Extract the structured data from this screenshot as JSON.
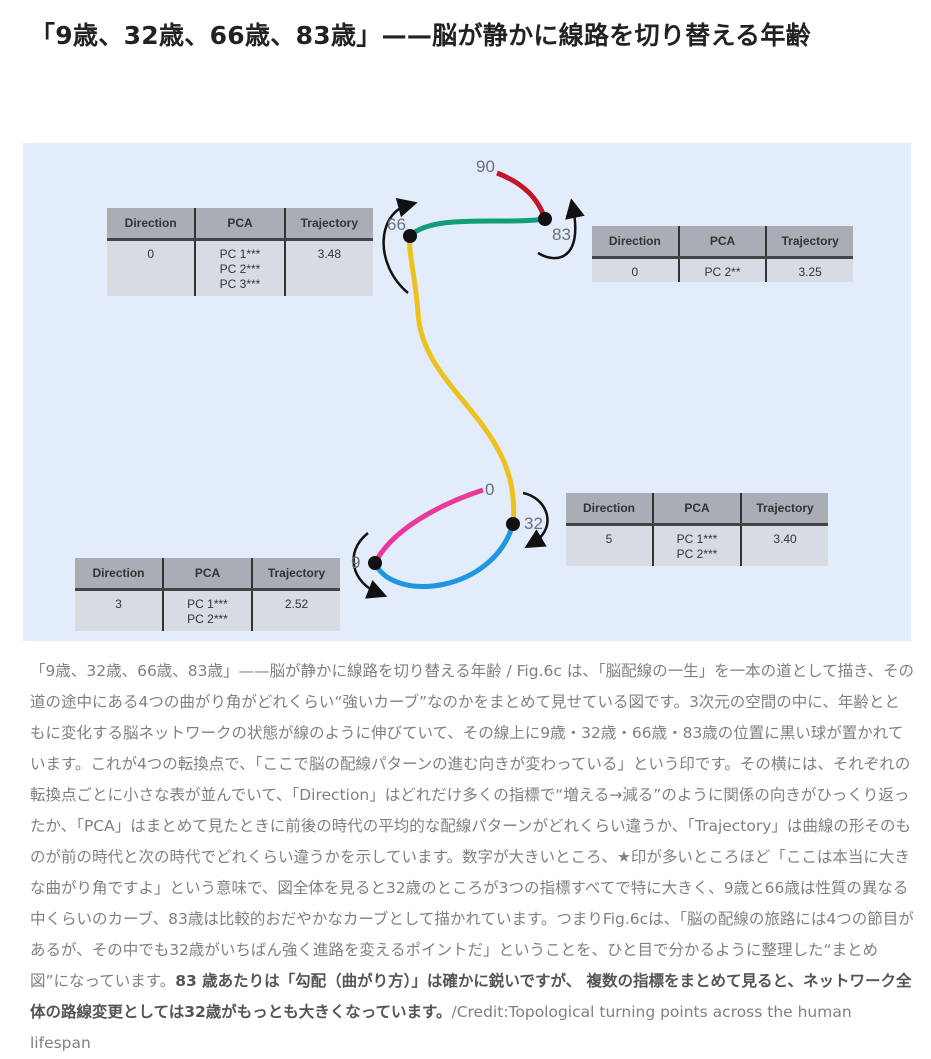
{
  "title": "「9歳、32歳、66歳、83歳」——脳が静かに線路を切り替える年齢",
  "figure": {
    "age_labels": {
      "start": "0",
      "a9": "9",
      "a32": "32",
      "a66": "66",
      "a83": "83",
      "end": "90"
    },
    "headers": [
      "Direction",
      "PCA",
      "Trajectory"
    ],
    "tables": {
      "t66": {
        "direction": "0",
        "pca": [
          "PC 1***",
          "PC 2***",
          "PC 3***"
        ],
        "trajectory": "3.48"
      },
      "t83": {
        "direction": "0",
        "pca": [
          "PC 2**"
        ],
        "trajectory": "3.25"
      },
      "t32": {
        "direction": "5",
        "pca": [
          "PC 1***",
          "PC 2***"
        ],
        "trajectory": "3.40"
      },
      "t9": {
        "direction": "3",
        "pca": [
          "PC 1***",
          "PC 2***"
        ],
        "trajectory": "2.52"
      }
    },
    "colors": {
      "pink": "#e8399c",
      "blue": "#1f96e0",
      "yellow": "#eec21e",
      "green": "#0f9e78",
      "red": "#c0182a"
    }
  },
  "caption": {
    "normal": "「9歳、32歳、66歳、83歳」——脳が静かに線路を切り替える年齢 / Fig.6c は、「脳配線の一生」を一本の道として描き、その道の途中にある4つの曲がり角がどれくらい“強いカーブ”なのかをまとめて見せている図です。3次元の空間の中に、年齢とともに変化する脳ネットワークの状態が線のように伸びていて、その線上に9歳・32歳・66歳・83歳の位置に黒い球が置かれています。これが4つの転換点で、「ここで脳の配線パターンの進む向きが変わっている」という印です。その横には、それぞれの転換点ごとに小さな表が並んでいて、「Direction」はどれだけ多くの指標で“増える→減る”のように関係の向きがひっくり返ったか、「PCA」はまとめて見たときに前後の時代の平均的な配線パターンがどれくらい違うか、「Trajectory」は曲線の形そのものが前の時代と次の時代でどれくらい違うかを示しています。数字が大きいところ、★印が多いところほど「ここは本当に大きな曲がり角ですよ」という意味で、図全体を見ると32歳のところが3つの指標すべてで特に大きく、9歳と66歳は性質の異なる中くらいのカーブ、83歳は比較的おだやかなカーブとして描かれています。つまりFig.6cは、「脳の配線の旅路には4つの節目があるが、その中でも32歳がいちばん強く進路を変えるポイントだ」ということを、ひと目で分かるように整理した“まとめ図”になっています。",
    "bold": "83 歳あたりは「勾配（曲がり方）」は確かに鋭いですが、 複数の指標をまとめて見ると、ネットワーク全体の路線変更としては32歳がもっとも大きくなっています。",
    "credit": "/Credit:Topological turning points across the human lifespan"
  }
}
